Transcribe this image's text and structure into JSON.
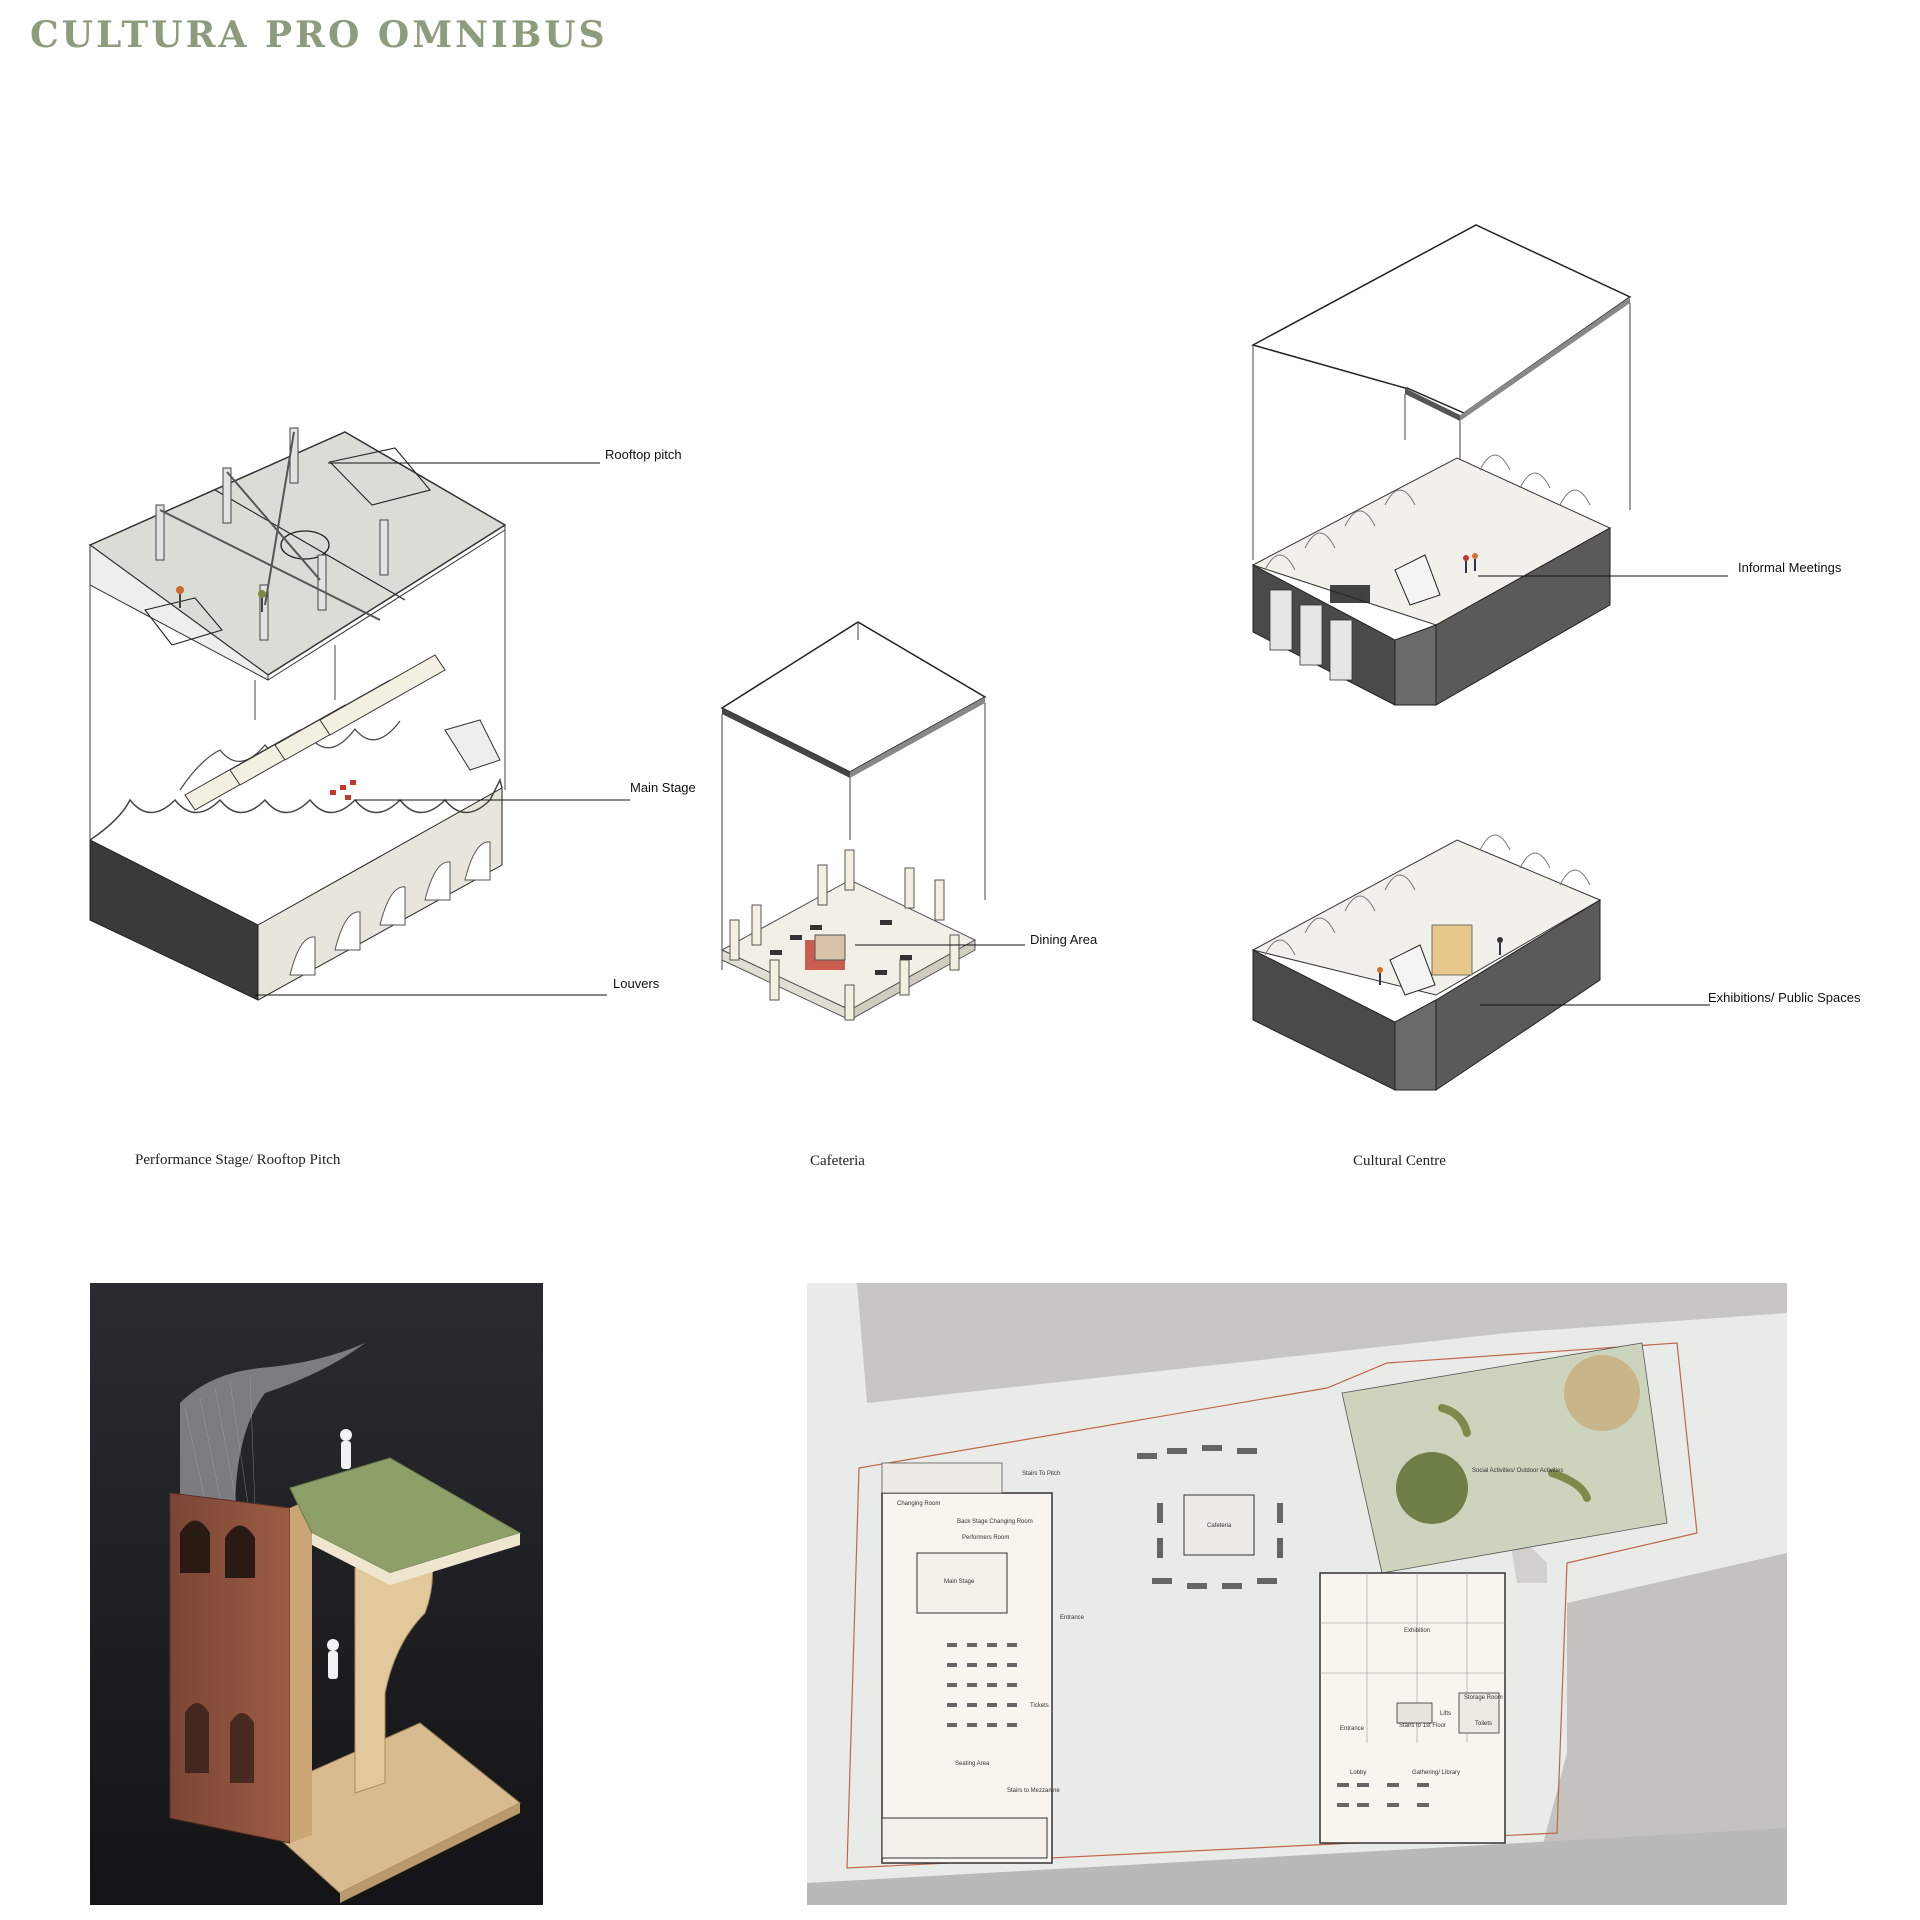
{
  "page": {
    "title": "CULTURA PRO OMNIBUS"
  },
  "colors": {
    "title": "#8c9c7c",
    "pitch": "#d9ddd6",
    "wall_dark": "#3a3a3a",
    "seat_red": "#c0392b",
    "panel_cream": "#f3efe1",
    "model_brick": "#8a4f3a",
    "model_wood": "#d8bc8f",
    "grass": "#8ea06a",
    "plan_boundary": "#c0664a"
  },
  "axonometrics": {
    "performance": {
      "caption": "Performance Stage/ Rooftop Pitch",
      "labels": [
        "Rooftop pitch",
        "Main Stage",
        "Louvers"
      ]
    },
    "cafeteria": {
      "caption": "Cafeteria",
      "labels": [
        "Dining Area"
      ]
    },
    "cultural": {
      "caption": "Cultural Centre",
      "labels": [
        "Informal Meetings",
        "Exhibitions/ Public Spaces"
      ]
    }
  },
  "site_plan": {
    "labels": {
      "stairs_to_pitch": "Stairs To Pitch",
      "changing_room": "Changing Room",
      "back_stage": "Back Stage Changing Room",
      "performers_room": "Performers Room",
      "main_stage": "Main Stage",
      "entrance_west": "Entrance",
      "tickets_west": "Tickets",
      "seating_area": "Seating Area",
      "stairs_mezzanine": "Stairs to Mezzanine",
      "cafeteria": "Cafeteria",
      "social_activities": "Social Activities/ Outdoor Activities",
      "exhibition": "Exhibition",
      "storage_room": "Storage Room",
      "entrance_east": "Entrance",
      "stairs_first_floor": "Stairs to 1st Floor",
      "lifts": "Lifts",
      "toilets": "Toilets",
      "lobby": "Lobby",
      "gathering_library": "Gathering/ Library"
    }
  }
}
